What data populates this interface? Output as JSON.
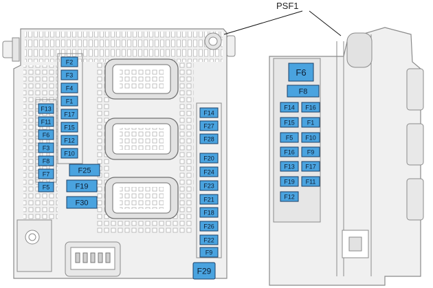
{
  "callout": {
    "label": "PSF1"
  },
  "colors": {
    "fuse_fill": "#4aa3df",
    "fuse_stroke": "#1b3f66",
    "housing": "#f0f0f0",
    "outline": "#8a8a8a"
  },
  "fuses": {
    "left_col": [
      "F13",
      "F11",
      "F6",
      "F3",
      "F8",
      "F7",
      "F5"
    ],
    "center_col": [
      "F2",
      "F3",
      "F4",
      "F1",
      "F17",
      "F15",
      "F12",
      "F10"
    ],
    "center_wide": [
      "F25",
      "F19",
      "F30"
    ],
    "right_col": [
      "F14",
      "F27",
      "F28",
      "F20",
      "F24",
      "F23",
      "F21",
      "F18",
      "F26",
      "F22",
      "F9"
    ],
    "bottom": "F29",
    "psf1_top": [
      "F6",
      "F8"
    ],
    "psf1_grid_left": [
      "F14",
      "F15",
      "F5",
      "F16",
      "F13",
      "F19",
      "F12"
    ],
    "psf1_grid_right": [
      "F16",
      "F1",
      "F10",
      "F9",
      "F17",
      "F11"
    ]
  }
}
